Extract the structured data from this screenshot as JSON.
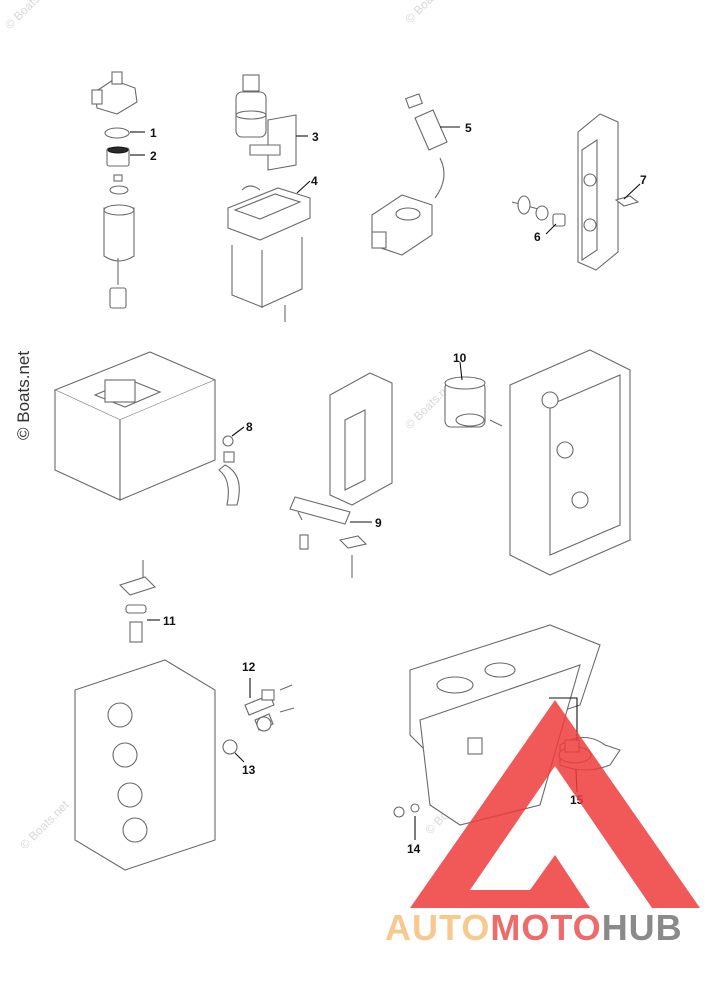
{
  "copyright": "© Boats.net",
  "watermark_text": "© Boats.net",
  "brand": {
    "part1": "AUTO",
    "part2": "MOTO",
    "part3": "HUB",
    "color1": "#f7c98f",
    "color2": "#ee6b6b",
    "color3": "#8a8a8a",
    "triangle_color": "#ef3b3b"
  },
  "callouts": [
    "1",
    "2",
    "3",
    "4",
    "5",
    "6",
    "7",
    "8",
    "9",
    "10",
    "11",
    "12",
    "13",
    "14",
    "15"
  ]
}
